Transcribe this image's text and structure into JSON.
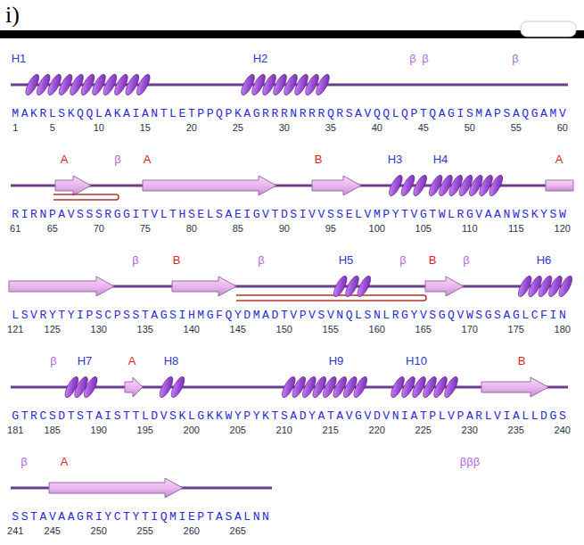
{
  "diagram": {
    "labels": [
      "i)",
      "H1",
      "H2",
      "β",
      "β",
      "β",
      "MAKRLSKQQLAKAIANTLETPPQPKAGRRRNRRRQRSAVQQLQPTQAGISMAPSAQGAMV",
      "1",
      "5",
      "10",
      "15",
      "20",
      "25",
      "30",
      "35",
      "40",
      "45",
      "50",
      "55",
      "60",
      "A",
      "β",
      "A",
      "B",
      "H3",
      "H4",
      "A",
      "RIRNPAVSSSRGGITVLTHSELSAEIGVTDSIVVSSELVMPYTVGTWLRGVAANWSKYSW",
      "61",
      "65",
      "70",
      "75",
      "80",
      "85",
      "90",
      "95",
      "100",
      "105",
      "110",
      "115",
      "120",
      "β",
      "B",
      "β",
      "H5",
      "β",
      "B",
      "β",
      "H6",
      "LSVRYTYIPSCPSSTAGSIHMGFQYDMADTVPVSVNQLSNLRGYVSGQVWSGSAGLCFIN",
      "121",
      "125",
      "130",
      "135",
      "140",
      "145",
      "150",
      "155",
      "160",
      "165",
      "170",
      "175",
      "180",
      "β",
      "H7",
      "A",
      "H8",
      "H9",
      "H10",
      "B",
      "GTRCSDTSTAISTTLDVSKLGKKWYPYKTSADYATAVGVDVNIATPLVPARLVIALLDGS",
      "181",
      "185",
      "190",
      "195",
      "200",
      "205",
      "210",
      "215",
      "220",
      "225",
      "230",
      "235",
      "240",
      "β",
      "A",
      "βββ",
      "SSTAVAAGRIYCTYTIQMIEPTASALNN",
      "241",
      "245",
      "250",
      "255",
      "260",
      "265"
    ]
  }
}
